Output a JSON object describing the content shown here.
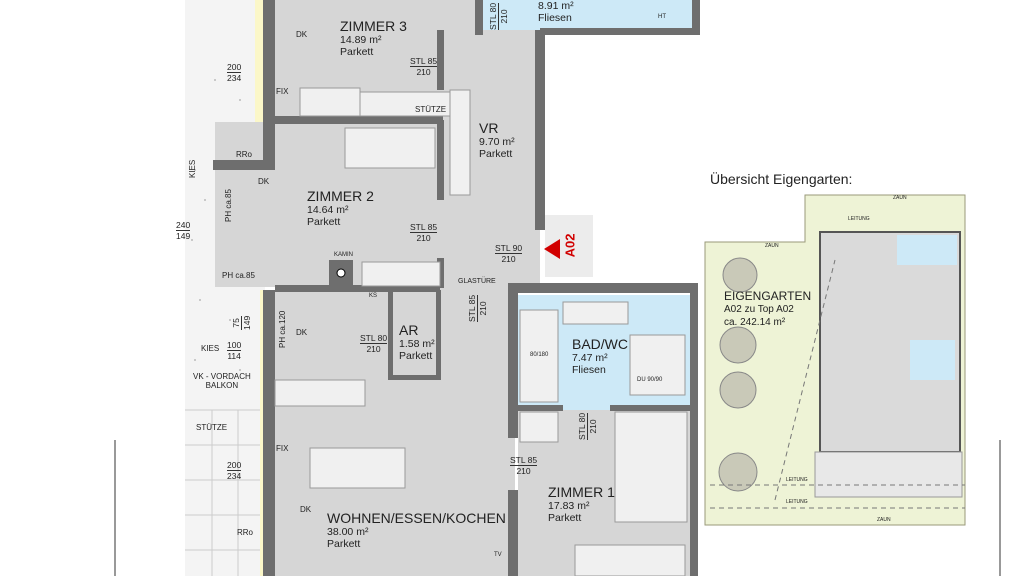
{
  "rooms": [
    {
      "name": "ZIMMER 3",
      "area": "14.89 m²",
      "floor": "Parkett"
    },
    {
      "name": "VR",
      "area": "9.70 m²",
      "floor": "Parkett"
    },
    {
      "name": "ZIMMER 2",
      "area": "14.64 m²",
      "floor": "Parkett"
    },
    {
      "name": "AR",
      "area": "1.58 m²",
      "floor": "Parkett"
    },
    {
      "name": "BAD/WC",
      "area": "7.47 m²",
      "floor": "Fliesen"
    },
    {
      "name": "WOHNEN/ESSEN/KOCHEN",
      "area": "38.00 m²",
      "floor": "Parkett"
    },
    {
      "name": "ZIMMER 1",
      "area": "17.83 m²",
      "floor": "Parkett"
    },
    {
      "name": "",
      "area": "8.91 m²",
      "floor": "Fliesen"
    }
  ],
  "doors": [
    {
      "w": "STL 85",
      "h": "210"
    },
    {
      "w": "STL 85",
      "h": "210"
    },
    {
      "w": "STL 90",
      "h": "210"
    },
    {
      "w": "STL 80",
      "h": "210"
    },
    {
      "w": "STL 85",
      "h": "210"
    },
    {
      "w": "STL 80",
      "h": "210"
    },
    {
      "w": "STL 85",
      "h": "210"
    },
    {
      "w": "STL 80",
      "h": "210"
    }
  ],
  "annotations": {
    "dk": "DK",
    "fix": "FIX",
    "stuetze": "STÜTZE",
    "kamin": "KAMIN",
    "glasture": "GLASTÜRE",
    "kies": "KIES",
    "rro": "RRo",
    "ph85": "PH ca.85",
    "ph120": "PH ca.120",
    "vordach": "VK - VORDACH",
    "balkon": "BALKON",
    "ht": "HT",
    "du": "DU 90/90",
    "wanne": "80/180",
    "tv": "TV",
    "ks": "KS",
    "dim1a": "200",
    "dim1b": "234",
    "dim2a": "240",
    "dim2b": "149",
    "dim3a": "75",
    "dim3b": "149",
    "dim4a": "100",
    "dim4b": "114",
    "dim5a": "200",
    "dim5b": "234"
  },
  "unit_marker": "A02",
  "overview": {
    "title": "Übersicht Eigengarten:",
    "garden_name": "EIGENGARTEN",
    "garden_ref": "A02 zu Top A02",
    "garden_area": "ca.  242.14 m²",
    "zaun": "ZAUN",
    "leitung": "LEITUNG"
  },
  "colors": {
    "floor": "#d6d6d6",
    "wet": "#cde9f7",
    "wall": "#6e6e6e",
    "garden": "#eef3d6",
    "marker": "#d10000"
  }
}
